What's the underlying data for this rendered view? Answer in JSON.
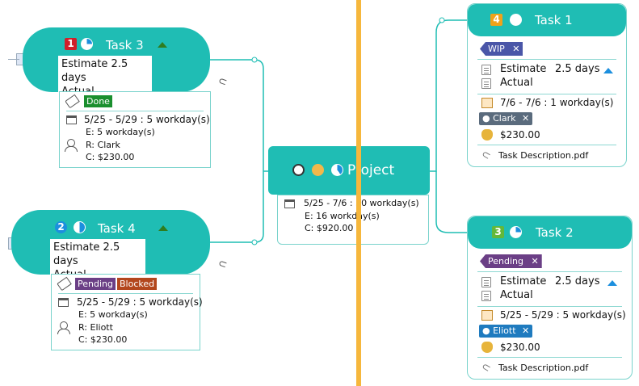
{
  "colors": {
    "teal": "#1fbdb4",
    "orange_divider": "#f6b73c",
    "tag_done": "#1a8f2e",
    "tag_pending": "#6b3f86",
    "tag_blocked": "#b3471d",
    "tag_wip": "#4a56a8",
    "chip_clark": "#5a6b7d",
    "chip_eliott": "#1f7bbf",
    "prio1": "#d0202a",
    "prio2": "#1c8fde",
    "prio3": "#63b83a",
    "prio4": "#f0a21a"
  },
  "task3": {
    "priority": "1",
    "title": "Task 3",
    "estimate": "Estimate  2.5 days",
    "actual": "Actual",
    "tags": [
      "Done"
    ],
    "dates": "5/25 - 5/29 : 5 workday(s)",
    "effort": "E: 5 workday(s)",
    "resource": "R: Clark",
    "cost": "C: $230.00"
  },
  "task4": {
    "priority": "2",
    "title": "Task 4",
    "estimate": "Estimate  2.5 days",
    "actual": "Actual",
    "tags": [
      "Pending",
      "Blocked"
    ],
    "dates": "5/25 - 5/29 : 5 workday(s)",
    "effort": "E: 5 workday(s)",
    "resource": "R: Eliott",
    "cost": "C: $230.00"
  },
  "project": {
    "title": "Project",
    "dates": "5/25 - 7/6 : 30 workday(s)",
    "effort": "E: 16 workday(s)",
    "cost": "C: $920.00"
  },
  "task1": {
    "priority": "4",
    "title": "Task 1",
    "tag": "WIP",
    "estimate_label": "Estimate",
    "estimate_value": "2.5 days",
    "actual": "Actual",
    "dates": "7/6 - 7/6 : 1 workday(s)",
    "resource": "Clark",
    "cost": "$230.00",
    "attachment": "Task Description.pdf"
  },
  "task2": {
    "priority": "3",
    "title": "Task 2",
    "tag": "Pending",
    "estimate_label": "Estimate",
    "estimate_value": "2.5 days",
    "actual": "Actual",
    "dates": "5/25 - 5/29 : 5 workday(s)",
    "resource": "Eliott",
    "cost": "$230.00",
    "attachment": "Task Description.pdf"
  },
  "icons": {
    "close": "✕",
    "paperclip": "📎",
    "calendar": "calendar-icon",
    "person": "person-icon",
    "tag": "tag-icon",
    "moneybag": "money-bag-icon",
    "note": "note-icon"
  }
}
